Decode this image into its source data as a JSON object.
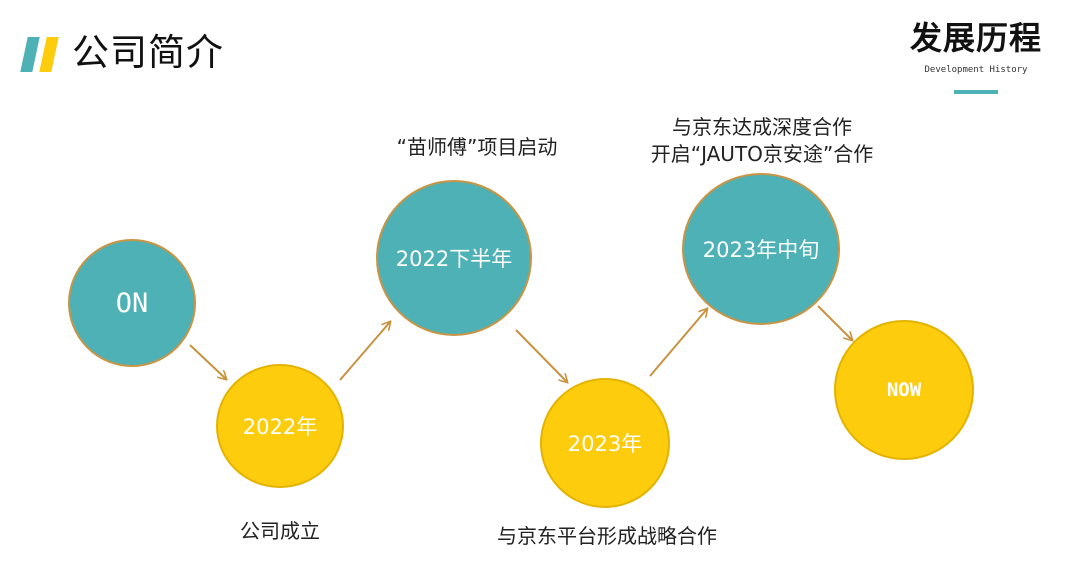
{
  "header": {
    "title": "公司简介",
    "section_title": "发展历程",
    "section_subtitle": "Development History"
  },
  "timeline": {
    "nodes": [
      {
        "label": "ON",
        "color": "teal"
      },
      {
        "label": "2022年",
        "color": "yellow",
        "caption_below": "公司成立"
      },
      {
        "label": "2022下半年",
        "color": "teal",
        "caption_above": "“苗师傅”项目启动"
      },
      {
        "label": "2023年",
        "color": "yellow",
        "caption_below": "与京东平台形成战略合作"
      },
      {
        "label": "2023年中旬",
        "color": "teal",
        "caption_above_line1": "与京东达成深度合作",
        "caption_above_line2": "开启“JAUTO京安途”合作"
      },
      {
        "label": "NOW",
        "color": "yellow"
      }
    ]
  },
  "colors": {
    "teal": "#4db1b5",
    "yellow": "#fdcc0d",
    "arrow": "#c9923f"
  }
}
